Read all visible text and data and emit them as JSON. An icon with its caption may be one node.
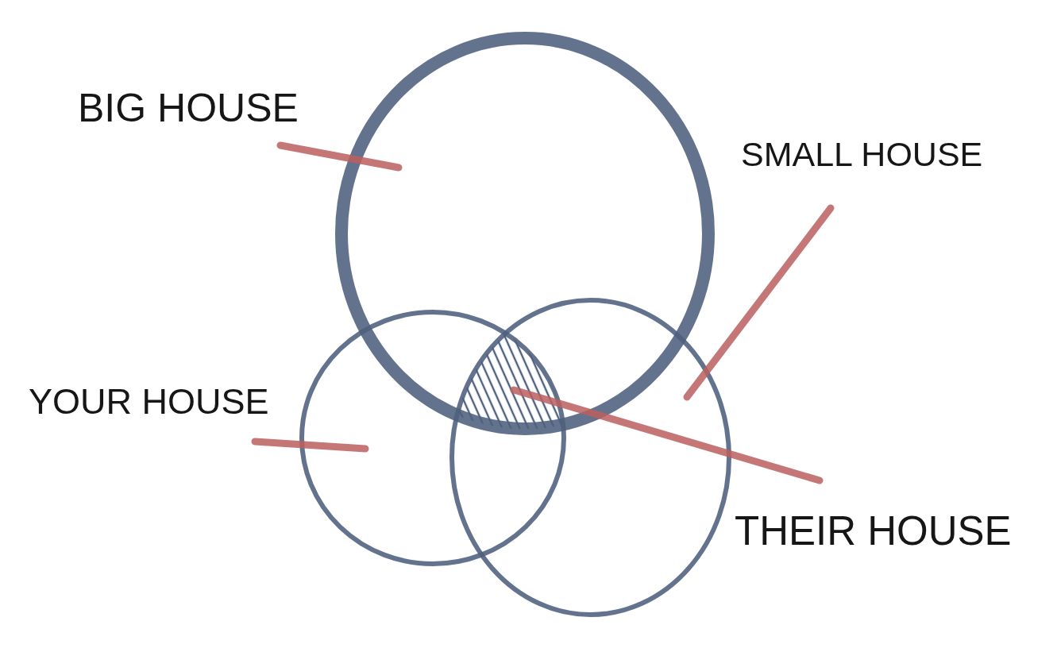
{
  "diagram": {
    "nodes": [
      {
        "text": [],
        "shape": "circle"
      },
      {
        "text": [
          "BIG HOUSE"
        ]
      },
      {
        "text": [
          "SMALL HOUSE"
        ]
      },
      {
        "text": [],
        "shape": "circle"
      },
      {
        "text": [],
        "shape": "circle"
      },
      {
        "text": [],
        "shape": "region"
      },
      {
        "text": [
          "YOUR HOUSE"
        ]
      },
      {
        "text": [
          "THEIR HOUSE"
        ]
      }
    ],
    "edges": [
      {
        "from": 1,
        "to": 0,
        "arrow": "none"
      },
      {
        "from": 2,
        "to": 3,
        "arrow": "none"
      },
      {
        "from": 6,
        "to": 4,
        "arrow": "none"
      },
      {
        "from": 7,
        "to": 5,
        "arrow": "none"
      }
    ]
  }
}
